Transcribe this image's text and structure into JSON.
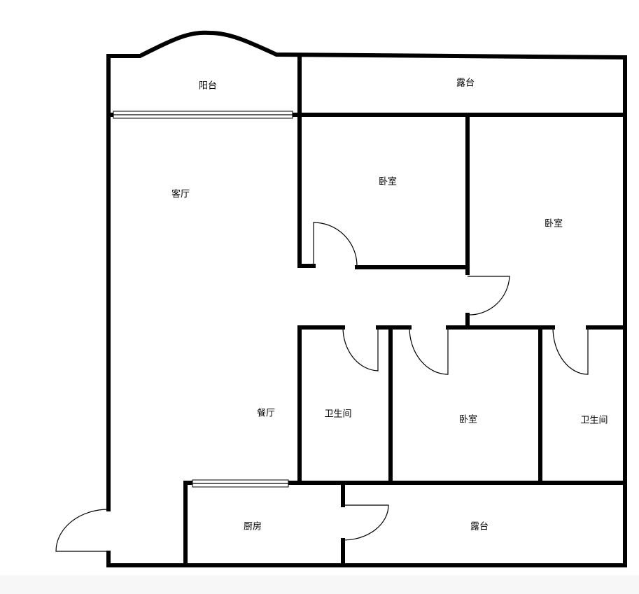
{
  "rooms": {
    "balcony": "阳台",
    "terrace_top": "露台",
    "living_room": "客厅",
    "bedroom_1": "卧室",
    "bedroom_2": "卧室",
    "dining_room": "餐厅",
    "bathroom_1": "卫生间",
    "bedroom_3": "卧室",
    "bathroom_2": "卫生间",
    "kitchen": "厨房",
    "terrace_bottom": "露台"
  }
}
